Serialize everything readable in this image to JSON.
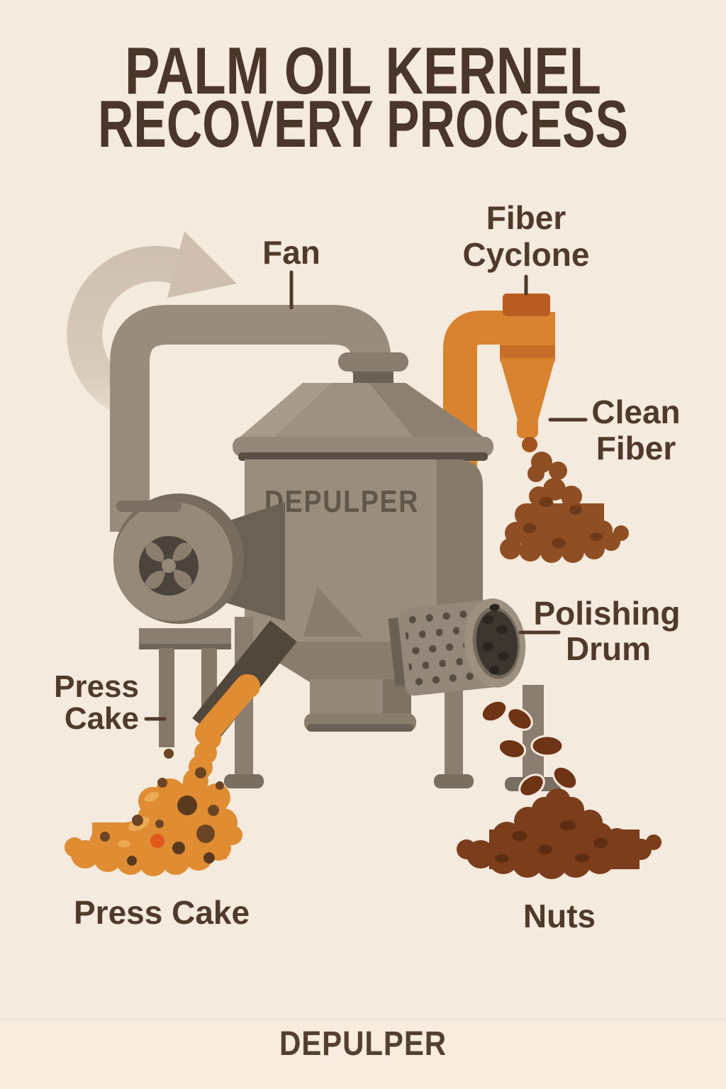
{
  "header": {
    "title_line1": "PALM OIL KERNEL",
    "title_line2": "RECOVERY PROCESS"
  },
  "diagram": {
    "machine_name": "DEPULPER",
    "labels": {
      "fan": "Fan",
      "fiber_cyclone_line1": "Fiber",
      "fiber_cyclone_line2": "Cyclone",
      "clean_fiber_line1": "Clean",
      "clean_fiber_line2": "Fiber",
      "polishing_drum_line1": "Polishing",
      "polishing_drum_line2": "Drum",
      "press_cake_line1": "Press",
      "press_cake_line2": "Cake",
      "press_cake_pile": "Press Cake",
      "nuts_pile": "Nuts"
    },
    "colors": {
      "background": "#f4eadd",
      "background_bottom": "#f8ecdf",
      "title_brown": "#4a362b",
      "label_brown": "#4f3a2c",
      "machine_gray": "#9a8d7e",
      "machine_dark": "#6c6155",
      "duct_gray": "#9a8c7d",
      "cyclone_orange": "#d9822f",
      "cyclone_dark_orange": "#b95c22",
      "press_cake_orange": "#e08c33",
      "fiber_pile_brown": "#8f4e23",
      "nut_pile_brown": "#7b3d1b",
      "nut_brown": "#6f3415",
      "arrow_tan": "#cdbeaf"
    }
  },
  "footer": {
    "brand": "DEPULPER"
  }
}
